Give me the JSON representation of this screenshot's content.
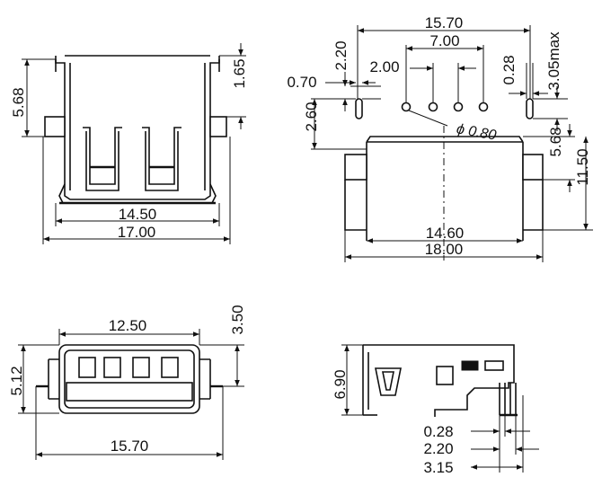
{
  "top_left_view": {
    "height_568": "5.68",
    "offset_165": "1.65",
    "inner_width_1450": "14.50",
    "overall_width_1700": "17.00"
  },
  "top_right_view": {
    "span_1570": "15.70",
    "span_700": "7.00",
    "height_220": "2.20",
    "pitch_200": "2.00",
    "width_028": "0.28",
    "height_305max": "3.05max",
    "width_070": "0.70",
    "height_260": "2.60",
    "hole_dia_080": "ϕ 0.80",
    "height_568": "5.68",
    "height_1150": "11.50",
    "width_1460": "14.60",
    "width_1800": "18.00"
  },
  "bottom_left_view": {
    "width_1250": "12.50",
    "height_350": "3.50",
    "height_512": "5.12",
    "width_1570": "15.70"
  },
  "bottom_right_view": {
    "height_690": "6.90",
    "dim_028": "0.28",
    "dim_220": "2.20",
    "dim_315": "3.15"
  }
}
